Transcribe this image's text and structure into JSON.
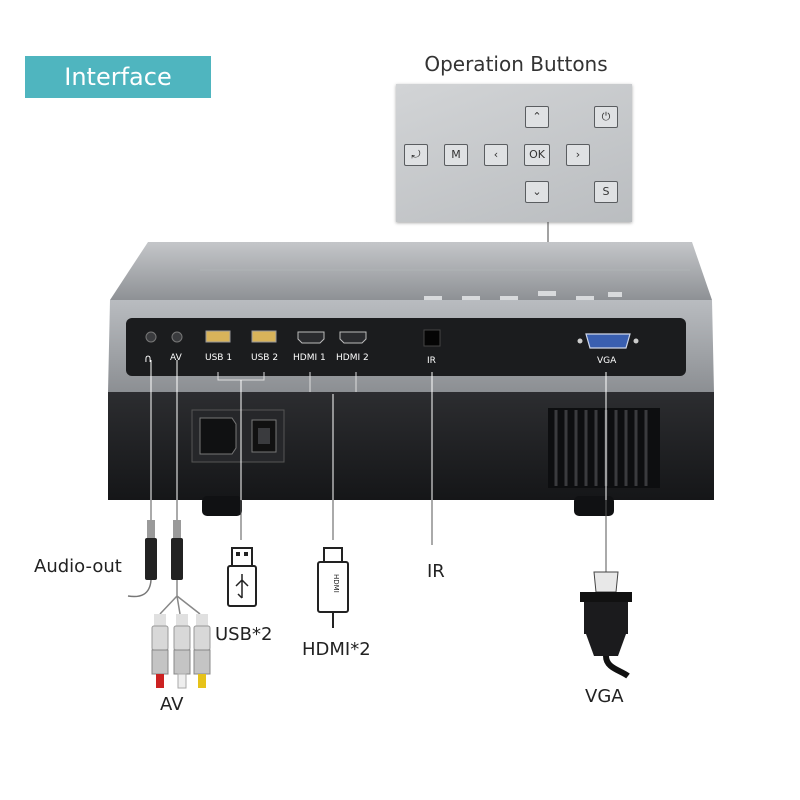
{
  "badge": {
    "text": "Interface"
  },
  "operation_panel": {
    "title": "Operation Buttons",
    "buttons": {
      "up": "⌃",
      "power": "⏻",
      "back": "⤾",
      "menu": "M",
      "left": "‹",
      "ok": "OK",
      "right": "›",
      "down": "⌄",
      "source": "S"
    }
  },
  "ports": {
    "headphone": "∩",
    "av": "AV",
    "usb1": "USB 1",
    "usb2": "USB 2",
    "hdmi1": "HDMI 1",
    "hdmi2": "HDMI 2",
    "ir": "IR",
    "vga": "VGA"
  },
  "callouts": {
    "audio_out": "Audio-out",
    "av": "AV",
    "usb": "USB*2",
    "hdmi": "HDMI*2",
    "ir": "IR",
    "vga": "VGA"
  },
  "connector_marks": {
    "hdmi_plug_text": "HDMI"
  },
  "colors": {
    "badge": "#4fb5bf",
    "projector_silver": "#a7aaae",
    "projector_black": "#1e1f21"
  }
}
